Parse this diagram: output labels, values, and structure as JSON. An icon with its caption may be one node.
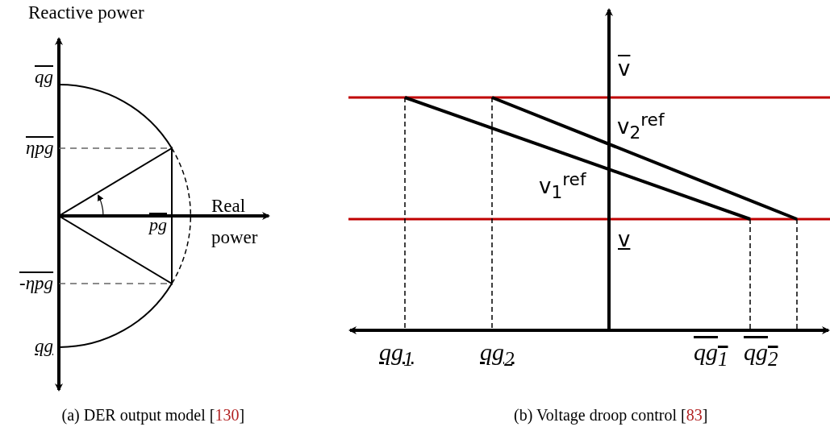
{
  "diagram": {
    "labels": [
      "Reactive power",
      "qg",
      "ηpg",
      "Real power",
      "pg",
      "-ηpg",
      "qg",
      "(a) DER output model [130]",
      "v",
      "v$_{2}$$^{ref}$",
      "v$_{1}$$^{ref}$",
      "v",
      "qg$_{1}$",
      "qg$_{2}$",
      "qg$_{1}$",
      "qg$_{2}$",
      "(b) Voltage droop control [83]"
    ]
  }
}
